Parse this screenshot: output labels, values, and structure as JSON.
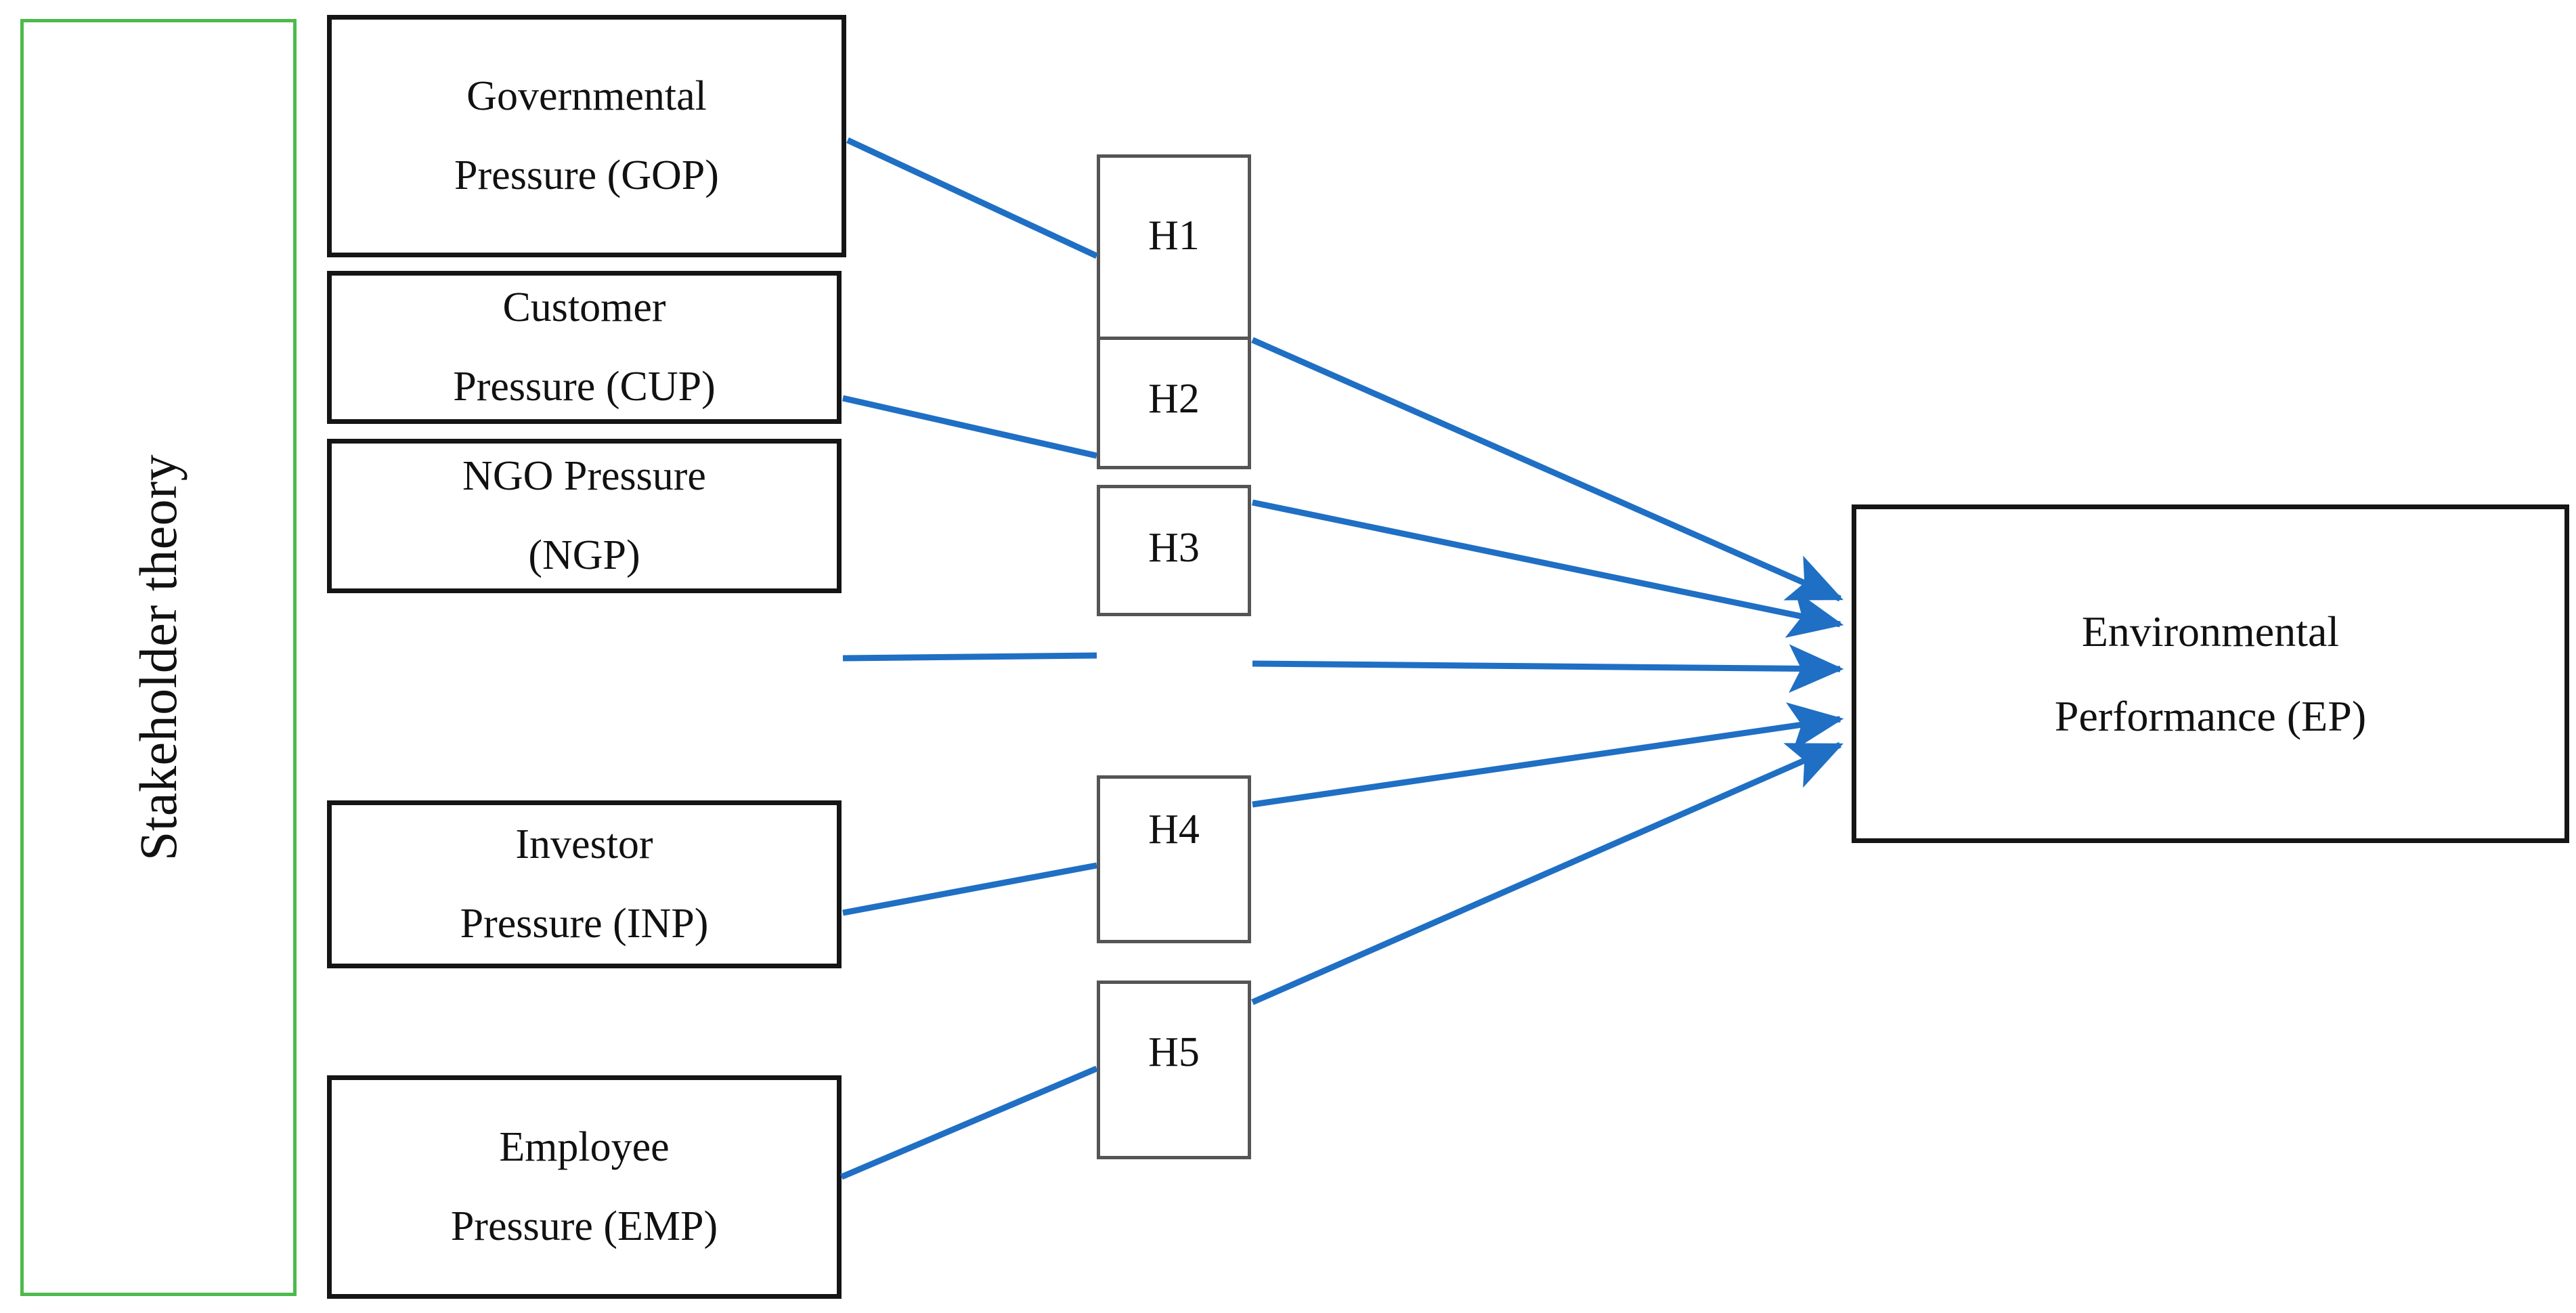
{
  "diagram": {
    "title_theory": "Stakeholder theory",
    "theory_frame_color": "#4cba4c",
    "node_border_color": "#151515",
    "hypothesis_border_color": "#555555",
    "arrow_color": "#1f6fc4",
    "background_color": "#ffffff"
  },
  "predictors": [
    {
      "id": "gop",
      "line1": "Governmental",
      "line2": "Pressure (GOP)",
      "code": "GOP"
    },
    {
      "id": "cup",
      "line1": "Customer",
      "line2": "Pressure (CUP)",
      "code": "CUP"
    },
    {
      "id": "ngp",
      "line1": "NGO Pressure",
      "line2": "(NGP)",
      "code": "NGP"
    },
    {
      "id": "inp",
      "line1": "Investor",
      "line2": "Pressure (INP)",
      "code": "INP"
    },
    {
      "id": "emp",
      "line1": "Employee",
      "line2": "Pressure (EMP)",
      "code": "EMP"
    }
  ],
  "hypotheses": [
    {
      "id": "h1",
      "label": "H1"
    },
    {
      "id": "h2",
      "label": "H2"
    },
    {
      "id": "h3",
      "label": "H3"
    },
    {
      "id": "h4",
      "label": "H4"
    },
    {
      "id": "h5",
      "label": "H5"
    }
  ],
  "outcome": {
    "id": "ep",
    "line1": "Environmental",
    "line2": "Performance (EP)",
    "code": "EP"
  },
  "relationships": [
    {
      "from": "gop",
      "via": "h1",
      "to": "ep"
    },
    {
      "from": "cup",
      "via": "h2",
      "to": "ep"
    },
    {
      "from": "ngp",
      "via": "h3",
      "to": "ep"
    },
    {
      "from": "inp",
      "via": "h4",
      "to": "ep"
    },
    {
      "from": "emp",
      "via": "h5",
      "to": "ep"
    }
  ]
}
